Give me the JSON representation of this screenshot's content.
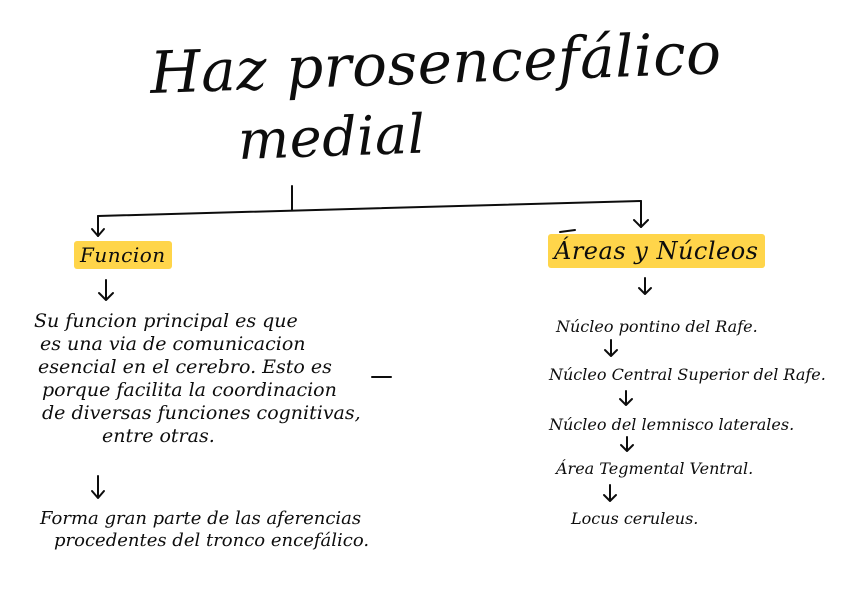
{
  "title": {
    "line1": "Haz prosencefálico",
    "line2": "medial"
  },
  "left": {
    "heading": "Funcion",
    "paragraph1": [
      "Su funcion principal es que",
      "es una via de comunicacion",
      "esencial en el cerebro. Esto es",
      "porque facilita la coordinacion",
      "de diversas funciones cognitivas,",
      "entre otras."
    ],
    "paragraph2": [
      "Forma gran parte de las aferencias",
      "procedentes del tronco encefálico."
    ]
  },
  "right": {
    "heading": "Áreas y Núcleos",
    "nuclei": [
      "Núcleo pontino del Rafe.",
      "Núcleo Central Superior del Rafe.",
      "Núcleo del lemnisco laterales.",
      "Área Tegmental Ventral.",
      "Locus ceruleus."
    ]
  },
  "colors": {
    "ink": "#0d0d0d",
    "highlight": "#ffd54a",
    "background": "#ffffff"
  }
}
